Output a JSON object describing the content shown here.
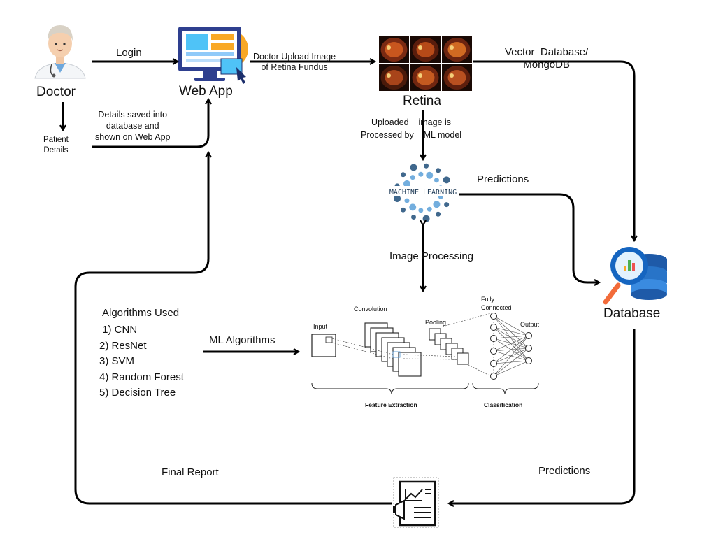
{
  "nodes": {
    "doctor": "Doctor",
    "web_app": "Web App",
    "retina": "Retina",
    "database": "Database",
    "patient_details": "Patient\nDetails"
  },
  "edges": {
    "login": "Login",
    "upload": "Doctor Upload Image\nof Retina Fundus",
    "vector_db": "Vector  Database/\nMongoDB",
    "details_saved": "Details saved into\ndatabase and\nshown on Web App",
    "processed": "Uploaded    image is\nProcessed by    ML model",
    "predictions_ml": "Predictions",
    "image_processing": "Image Processing",
    "ml_algorithms": "ML Algorithms",
    "final_report": "Final Report",
    "predictions_db": "Predictions"
  },
  "ml_badge": "MACHINE LEARNING",
  "algorithms": {
    "title": "Algorithms Used",
    "items": [
      " 1) CNN",
      "2) ResNet",
      "3) SVM",
      "4) Random Forest",
      "5) Decision Tree"
    ]
  },
  "cnn": {
    "input": "Input",
    "convolution": "Convolution",
    "pooling": "Pooling",
    "fully_connected": "Fully\nConnected",
    "output": "Output",
    "feature_extraction": "Feature Extraction",
    "classification": "Classification"
  }
}
